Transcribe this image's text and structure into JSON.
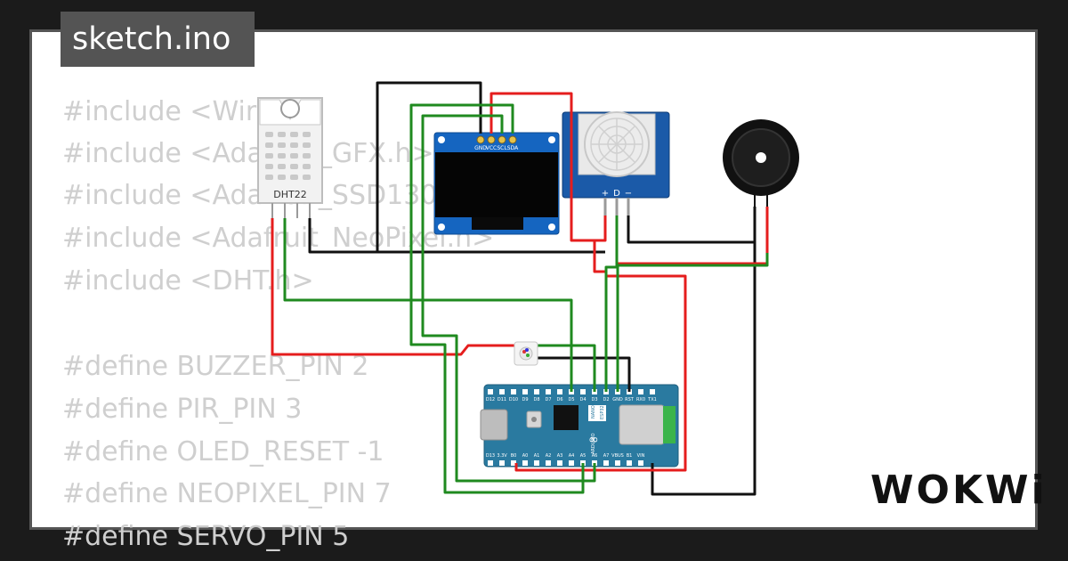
{
  "file_tab": {
    "label": "sketch.ino"
  },
  "code_lines": [
    "#include <Wire.h>",
    "#include <Adafruit_GFX.h>",
    "#include <Adafruit_SSD1306.h>",
    "#include <Adafruit_NeoPixel.h>",
    "#include <DHT.h>",
    "",
    "#define BUZZER_PIN 2",
    "#define PIR_PIN 3",
    "#define OLED_RESET -1",
    "#define NEOPIXEL_PIN 7",
    "#define SERVO_PIN 5"
  ],
  "components": {
    "dht22": {
      "label": "DHT22"
    },
    "oled": {
      "pins": [
        "GND",
        "VCC",
        "SCL",
        "SDA"
      ]
    },
    "pir": {
      "pins": [
        "+",
        "D",
        "−"
      ]
    },
    "arduino": {
      "top_pins": [
        "D12",
        "D11",
        "D10",
        "D9",
        "D8",
        "D7",
        "D6",
        "D5",
        "D4",
        "D3",
        "D2",
        "GND",
        "RST",
        "RX0",
        "TX1"
      ],
      "bottom_pins": [
        "D13",
        "3.3V",
        "B0",
        "A0",
        "A1",
        "A2",
        "A3",
        "A4",
        "A5",
        "A6",
        "A7",
        "VBUS",
        "B1",
        "VIN"
      ],
      "chip_label": "ESP32",
      "nano_label": "NANO",
      "brand_label": "ARDUINO"
    }
  },
  "brand": {
    "logo_text": "WOKWi"
  },
  "colors": {
    "wire_red": "#e51d1d",
    "wire_green": "#1f8a1f",
    "wire_black": "#111111",
    "board_blue": "#2a7aa0",
    "oled_blue": "#1565c0",
    "pir_blue": "#1b5aa8",
    "code_text": "#cfcfcf",
    "tab_bg": "#545454"
  }
}
